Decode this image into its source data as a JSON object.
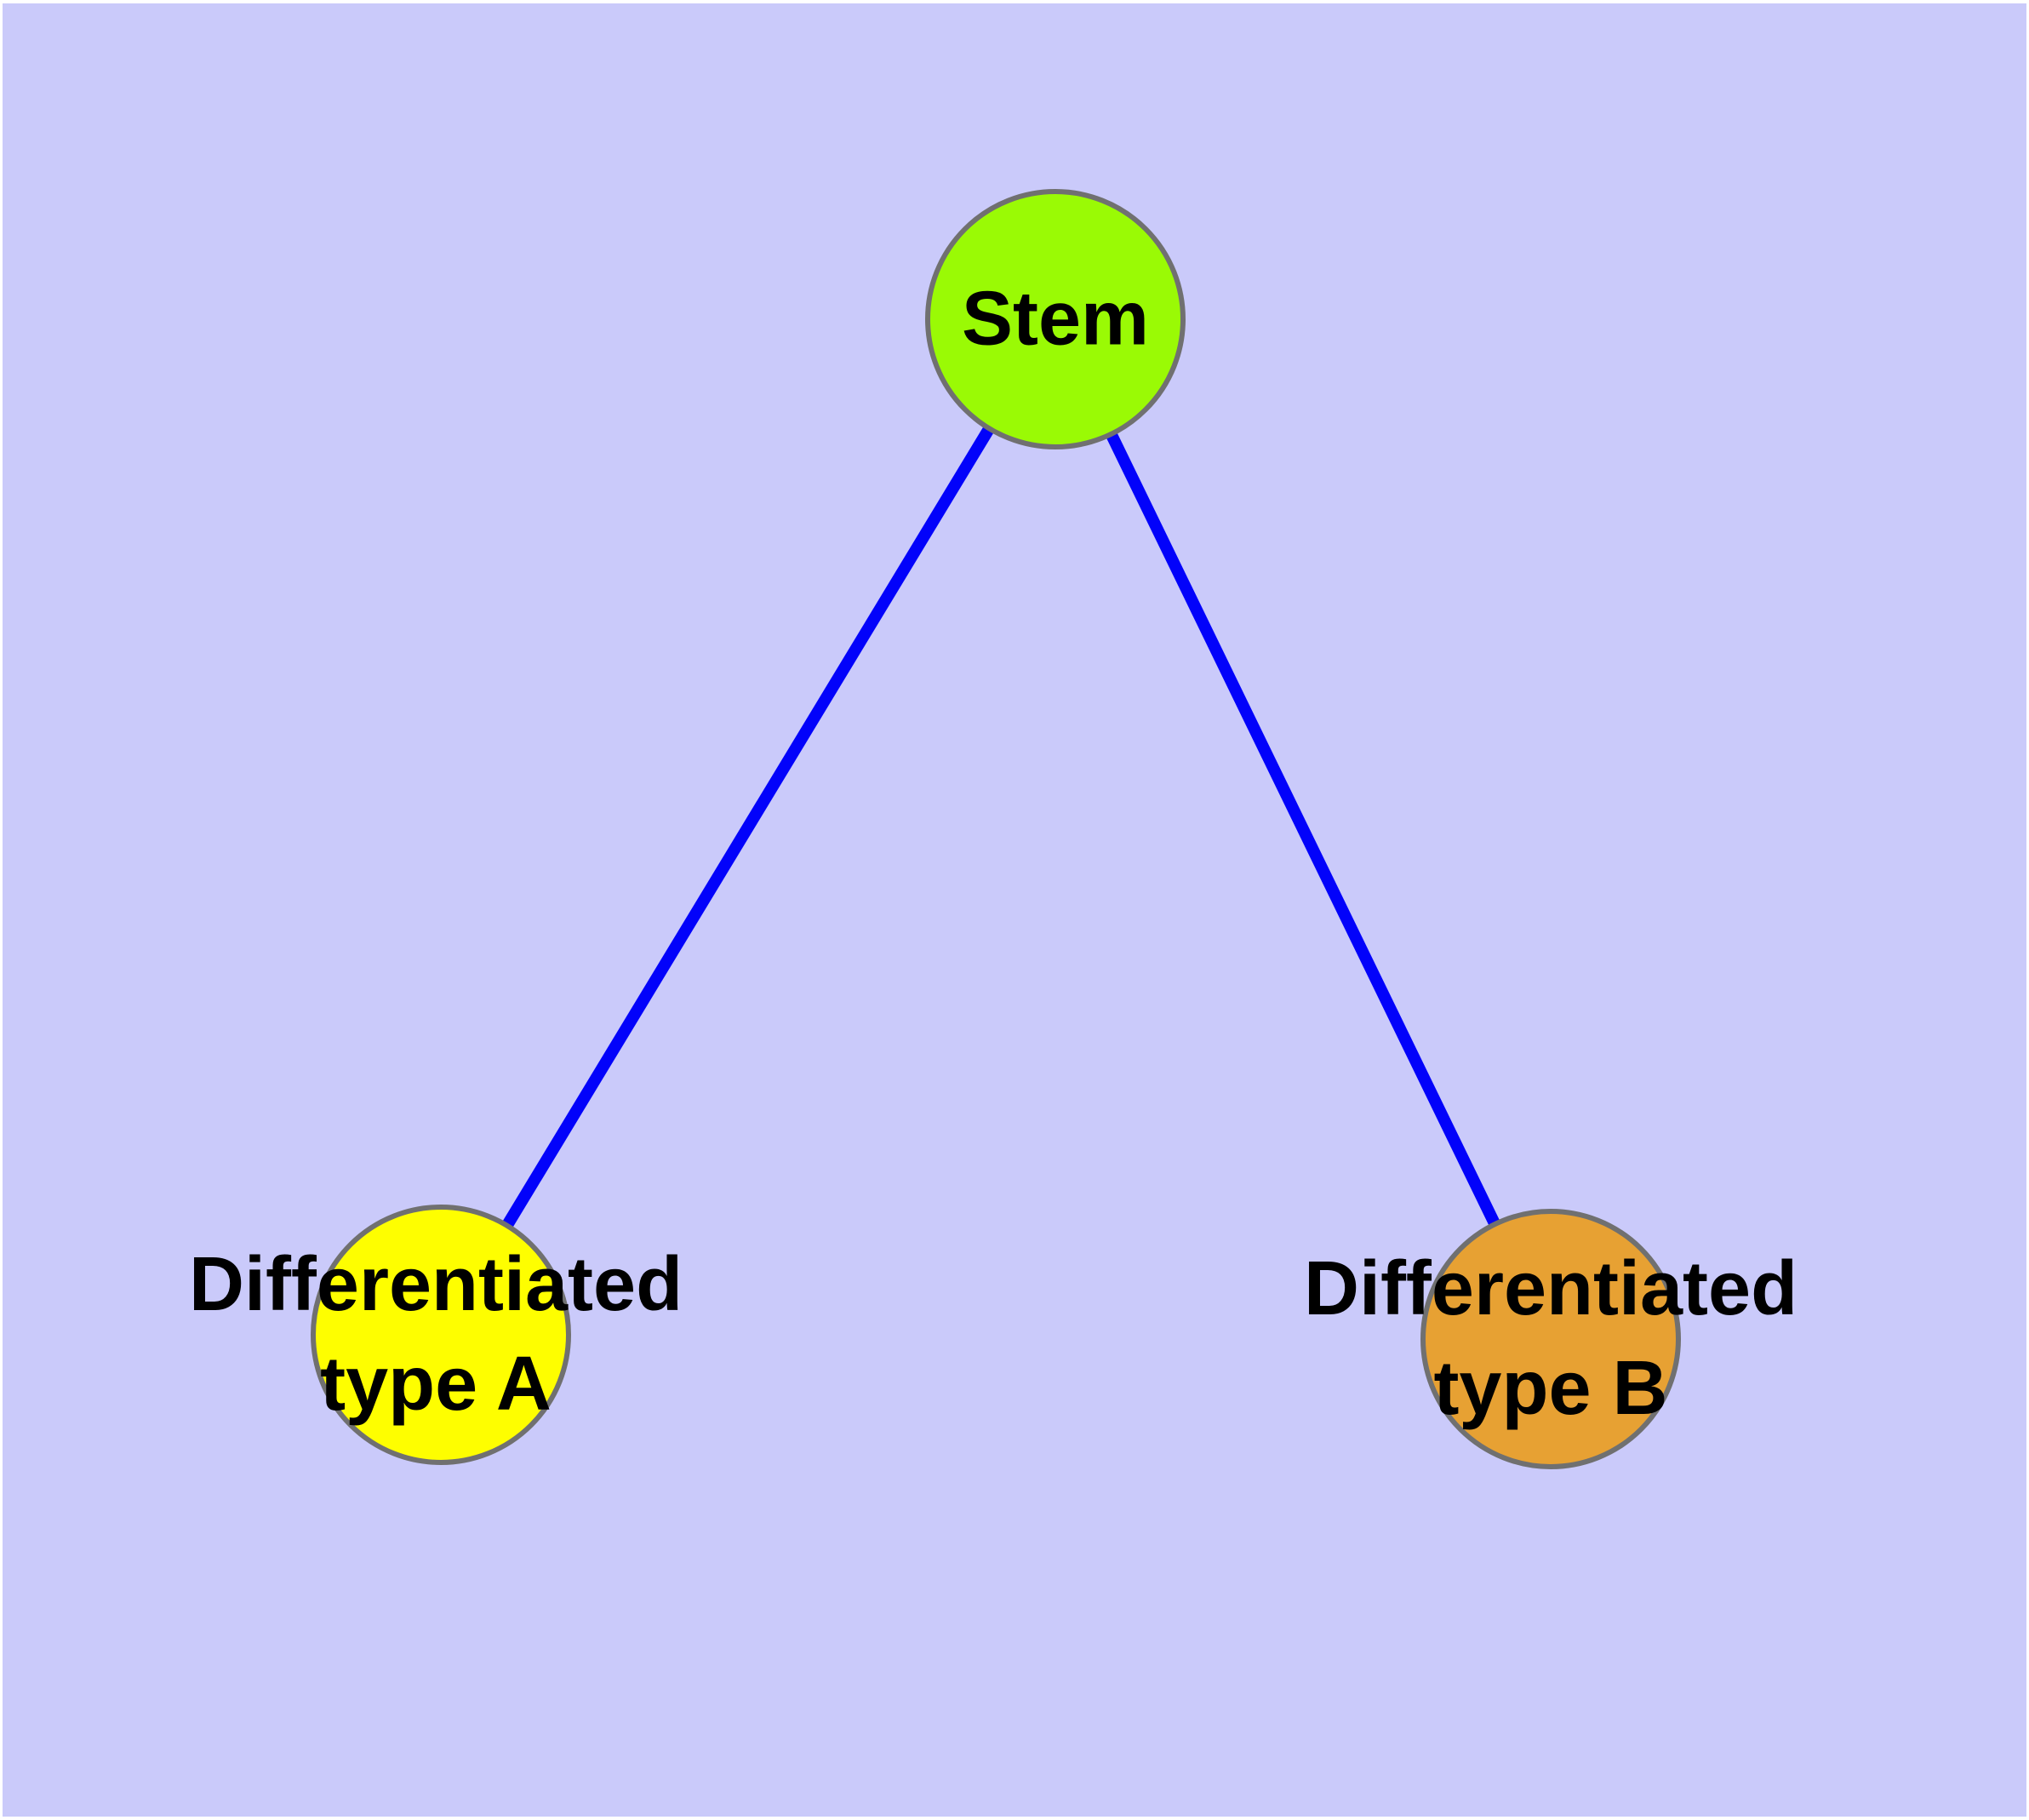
{
  "diagram": {
    "type": "node-link-graph",
    "colors": {
      "page_margin": "#ffffff",
      "background": "#cacafa",
      "edge": "#0202fa",
      "node_border": "#707070",
      "label_text": "#000000"
    },
    "nodes": {
      "stem": {
        "label": "Stem",
        "fill": "#9afa05"
      },
      "diff_a": {
        "label_line1": "Differentiated",
        "label_line2": "type A",
        "fill": "#fefe00"
      },
      "diff_b": {
        "label_line1": "Differentiated",
        "label_line2": "type B",
        "fill": "#e7a133"
      }
    },
    "edges": [
      {
        "from": "Stem",
        "to": "Differentiated type A"
      },
      {
        "from": "Stem",
        "to": "Differentiated type B"
      }
    ]
  }
}
